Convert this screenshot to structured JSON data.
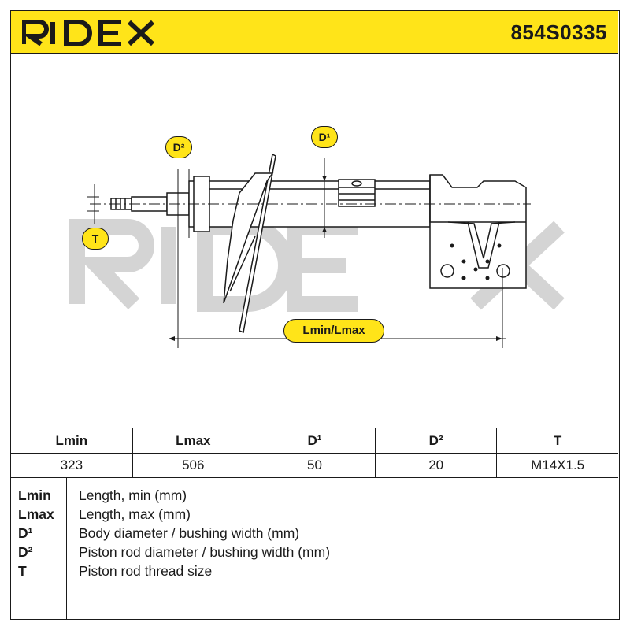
{
  "brand": {
    "logo_text": "RIDEX",
    "accent_color": "#ffe419",
    "ink_color": "#1a1a1a"
  },
  "header": {
    "part_number": "854S0335"
  },
  "drawing": {
    "callouts": {
      "d1": "D¹",
      "d2": "D²",
      "t": "T",
      "length": "Lmin/Lmax"
    },
    "watermark_text": "RIDEX"
  },
  "spec_table": {
    "headers": [
      "Lmin",
      "Lmax",
      "D¹",
      "D²",
      "T"
    ],
    "values": [
      "323",
      "506",
      "50",
      "20",
      "M14X1.5"
    ]
  },
  "legend": [
    {
      "key": "Lmin",
      "desc": "Length, min (mm)"
    },
    {
      "key": "Lmax",
      "desc": "Length, max (mm)"
    },
    {
      "key": "D¹",
      "desc": "Body diameter / bushing width (mm)"
    },
    {
      "key": "D²",
      "desc": "Piston rod diameter / bushing width (mm)"
    },
    {
      "key": "T",
      "desc": "Piston rod thread size"
    }
  ]
}
